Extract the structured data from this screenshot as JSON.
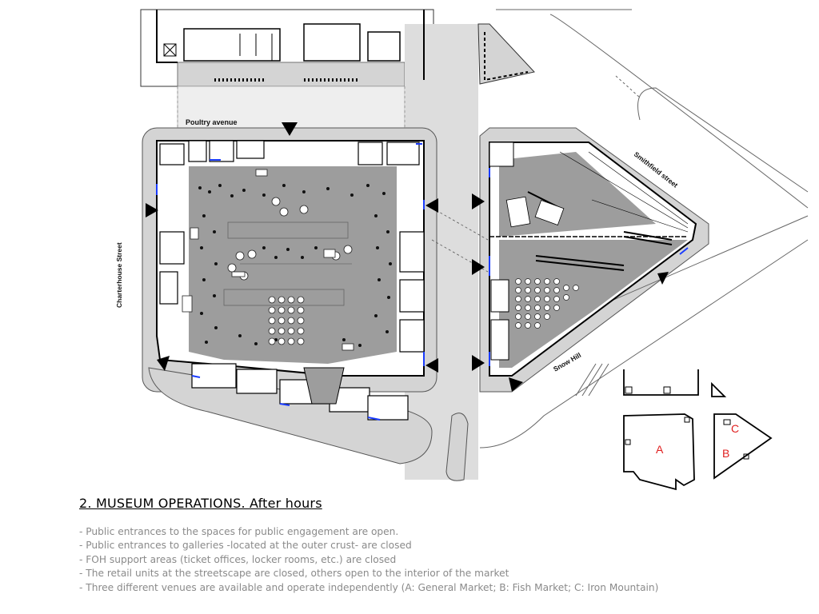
{
  "streets": {
    "poultry": "Poultry avenue",
    "charterhouse": "Charterhouse Street",
    "smithfield": "Smithfield street",
    "snow_hill": "Snow Hill"
  },
  "venues": {
    "a": "A",
    "b": "B",
    "c": "C"
  },
  "title": "2. MUSEUM OPERATIONS. After hours",
  "notes": [
    "- Public entrances to the spaces for public engagement are open.",
    "- Public entrances to galleries -located at the outer crust- are closed",
    "- FOH support areas (ticket offices, locker rooms, etc.) are closed",
    "- The retail units at the streetscape are closed, others open to the interior of the market",
    "- Three different venues are available and operate independently (A: General Market; B: Fish Market; C: Iron Mountain)"
  ],
  "colors": {
    "ground": "#d4d4d4",
    "hall": "#9d9d9d",
    "room": "#ffffff",
    "wall": "#000000",
    "open_entrance": "#1a3cff",
    "venue_label": "#e02020"
  },
  "legend_items": [
    "entrance-arrow",
    "blue-open-edge"
  ]
}
